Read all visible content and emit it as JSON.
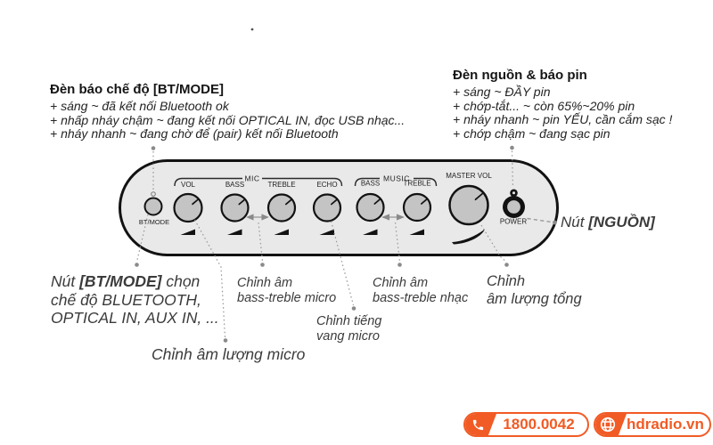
{
  "colors": {
    "orange_accent": "#F15B25",
    "panel_fill": "#E9E9E9",
    "knob_fill": "#C4C4C4",
    "outline": "#121212",
    "annotation_text": "#3B3B3B",
    "leader_line": "#9A9A9A"
  },
  "top_left_note": {
    "title": "Đèn báo chế độ [BT/MODE]",
    "lines": [
      "+ sáng ~ đã kết nối Bluetooth ok",
      "+ nhấp nháy chậm ~ đang kết nối OPTICAL IN, đọc USB nhạc...",
      "+ nháy nhanh ~ đang chờ để (pair) kết nối Bluetooth"
    ]
  },
  "top_right_note": {
    "title": "Đèn nguồn & báo pin",
    "lines": [
      "+ sáng ~ ĐẦY pin",
      "+ chớp-tắt... ~ còn 65%~20% pin",
      "+ nháy nhanh ~ pin YẾU, cần cắm sạc !",
      "+ chớp chậm ~ đang sạc pin"
    ]
  },
  "panel": {
    "bt_mode_label": "BT/MODE",
    "mic_group_label": "MIC",
    "music_group_label": "MUSIC",
    "vol_label": "VOL",
    "mic_bass_label": "BASS",
    "mic_treble_label": "TREBLE",
    "echo_label": "ECHO",
    "music_bass_label": "BASS",
    "music_treble_label": "TREBLE",
    "master_vol_label": "MASTER VOL",
    "power_label": "POWER"
  },
  "annotations": {
    "bt_mode_note": {
      "pre": "Nút ",
      "bold": "[BT/MODE]",
      "line1_rest": " chọn",
      "line2": "chế độ BLUETOOTH,",
      "line3": "OPTICAL IN, AUX IN, ..."
    },
    "mic_vol_note": "Chỉnh âm lượng micro",
    "mic_tone_note": {
      "line1": "Chỉnh âm",
      "line2": "bass-treble micro"
    },
    "echo_note": {
      "line1": "Chỉnh tiếng",
      "line2": "vang micro"
    },
    "music_tone_note": {
      "line1": "Chỉnh âm",
      "line2": "bass-treble nhạc"
    },
    "master_vol_note": {
      "line1": "Chỉnh",
      "line2": "âm lượng tổng"
    },
    "power_note": {
      "pre": "Nút ",
      "bold": "[NGUỒN]"
    }
  },
  "footer": {
    "phone": "1800.0042",
    "website": "hdradio.vn"
  }
}
